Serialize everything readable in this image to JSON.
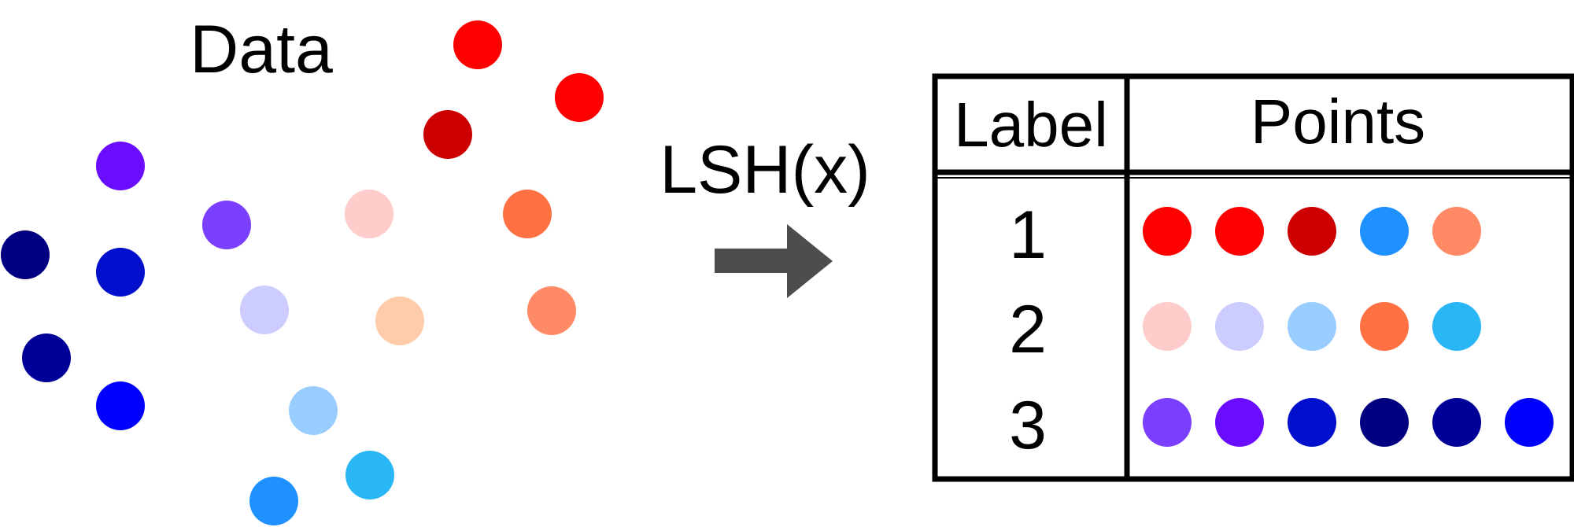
{
  "data_title": "Data",
  "hash_label": "LSH(x)",
  "table": {
    "label_header": "Label",
    "points_header": "Points",
    "rows": [
      {
        "label": "1",
        "colors": [
          "#ff0000",
          "#ff0000",
          "#cc0000",
          "#1e90ff",
          "#ff8a65"
        ]
      },
      {
        "label": "2",
        "colors": [
          "#ffcccc",
          "#ccccff",
          "#99ccff",
          "#ff7043",
          "#29b6f6"
        ]
      },
      {
        "label": "3",
        "colors": [
          "#7b3fff",
          "#6a0dff",
          "#0010cc",
          "#000080",
          "#000099",
          "#0000ff"
        ]
      }
    ]
  },
  "scatter_colors": [
    "#ff0000",
    "#ff0000",
    "#cc0000",
    "#ff7043",
    "#ff8a65",
    "#ffcccc",
    "#ffccaa",
    "#7b3fff",
    "#6a0dff",
    "#ccccff",
    "#99ccff",
    "#29b6f6",
    "#1e90ff",
    "#000080",
    "#0010cc",
    "#000099",
    "#0000ff"
  ],
  "colors": {
    "arrow": "#4d4d4d",
    "table_border": "#000000"
  }
}
